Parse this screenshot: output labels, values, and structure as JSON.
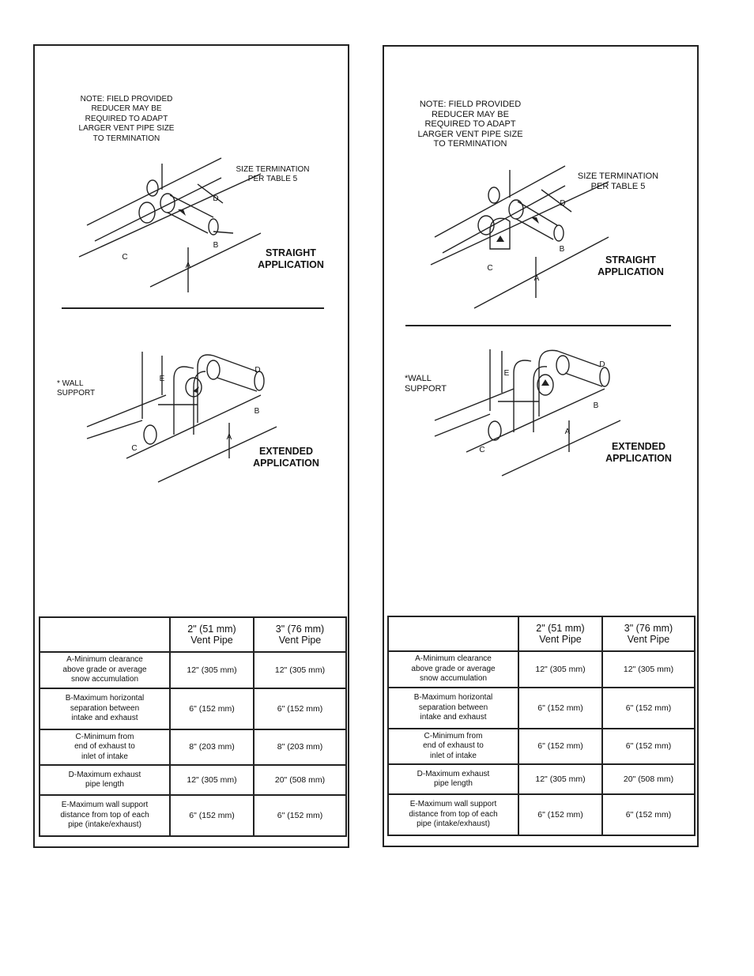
{
  "left_panel": {
    "note": "NOTE:  FIELD PROVIDED\nREDUCER MAY BE\nREQUIRED TO ADAPT\nLARGER VENT PIPE SIZE\nTO TERMINATION",
    "size_termination": "SIZE TERMINATION\nPER TABLE 5",
    "straight_title": "STRAIGHT\nAPPLICATION",
    "extended_title": "EXTENDED\nAPPLICATION",
    "wall_support": "* WALL\nSUPPORT",
    "dim_labels": {
      "a": "A",
      "b": "B",
      "c": "C",
      "d": "D",
      "e": "E"
    },
    "table": {
      "columns": [
        "",
        "2\" (51 mm)\nVent Pipe",
        "3\" (76 mm)\nVent Pipe"
      ],
      "rows": [
        {
          "label": "A-Minimum clearance\nabove grade or average\nsnow accumulation",
          "v2": "12\" (305 mm)",
          "v3": "12\" (305 mm)"
        },
        {
          "label": "B-Maximum horizontal\nseparation between\nintake and exhaust",
          "v2": "6\" (152 mm)",
          "v3": "6\" (152 mm)"
        },
        {
          "label": "C-Minimum from\nend of exhaust to\ninlet of intake",
          "v2": "8\" (203 mm)",
          "v3": "8\" (203 mm)"
        },
        {
          "label": "D-Maximum exhaust\npipe length",
          "v2": "12\" (305 mm)",
          "v3": "20\" (508 mm)"
        },
        {
          "label": "E-Maximum wall support\ndistance from top of each\npipe (intake/exhaust)",
          "v2": "6\" (152 mm)",
          "v3": "6\" (152 mm)"
        }
      ]
    }
  },
  "right_panel": {
    "note": "NOTE:  FIELD PROVIDED\nREDUCER MAY BE\nREQUIRED TO ADAPT\nLARGER VENT PIPE SIZE\nTO TERMINATION",
    "size_termination": "SIZE TERMINATION\nPER TABLE 5",
    "straight_title": "STRAIGHT\nAPPLICATION",
    "extended_title": "EXTENDED\nAPPLICATION",
    "wall_support": "*WALL\nSUPPORT",
    "dim_labels": {
      "a": "A",
      "b": "B",
      "c": "C",
      "d": "D",
      "e": "E"
    },
    "table": {
      "columns": [
        "",
        "2\" (51 mm)\nVent Pipe",
        "3\" (76 mm)\nVent Pipe"
      ],
      "rows": [
        {
          "label": "A-Minimum clearance\nabove grade or average\nsnow accumulation",
          "v2": "12\" (305 mm)",
          "v3": "12\" (305 mm)"
        },
        {
          "label": "B-Maximum horizontal\nseparation between\nintake and exhaust",
          "v2": "6\" (152 mm)",
          "v3": "6\" (152 mm)"
        },
        {
          "label": "C-Minimum from\nend of exhaust to\ninlet of intake",
          "v2": "6\" (152 mm)",
          "v3": "6\" (152 mm)"
        },
        {
          "label": "D-Maximum exhaust\npipe length",
          "v2": "12\" (305 mm)",
          "v3": "20\" (508 mm)"
        },
        {
          "label": "E-Maximum wall support\ndistance from top of each\npipe (intake/exhaust)",
          "v2": "6\" (152 mm)",
          "v3": "6\" (152 mm)"
        }
      ]
    }
  }
}
